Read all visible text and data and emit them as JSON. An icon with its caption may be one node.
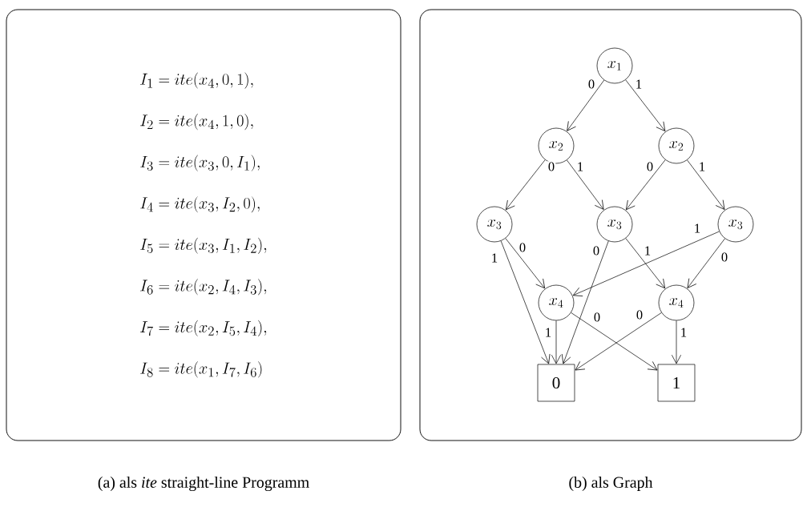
{
  "diagram": {
    "nodes": [
      {
        "text": [
          "I_1 = ite(x_4, 0, 1),",
          "I_2 = ite(x_4, 1, 0),",
          "I_3 = ite(x_3, 0, I_1),",
          "I_4 = ite(x_3, I_2, 0),",
          "I_5 = ite(x_3, I_1, I_2),",
          "I_6 = ite(x_2, I_4, I_3),",
          "I_7 = ite(x_2, I_5, I_4),",
          "I_8 = ite(x_1, I_7, I_6)"
        ],
        "beside": [
          "(a) als *ite* straight-line Programm"
        ]
      },
      {
        "text": [],
        "shape": "box",
        "beside": [
          "(b) als Graph"
        ]
      },
      {
        "text": [
          "x_1"
        ],
        "in": 1
      },
      {
        "text": [
          "x_2"
        ],
        "in": 1
      },
      {
        "text": [
          "x_2"
        ],
        "in": 1
      },
      {
        "text": [
          "x_3"
        ],
        "in": 1
      },
      {
        "text": [
          "x_3"
        ],
        "in": 1
      },
      {
        "text": [
          "x_3"
        ],
        "in": 1
      },
      {
        "text": [
          "x_4"
        ],
        "in": 1
      },
      {
        "text": [
          "x_4"
        ],
        "in": 1
      },
      {
        "text": [
          "0"
        ],
        "in": 1
      },
      {
        "text": [
          "1"
        ],
        "in": 1
      }
    ],
    "edges": [
      {
        "from": 2,
        "to": 3,
        "arrow": "to",
        "label": "0"
      },
      {
        "from": 2,
        "to": 4,
        "arrow": "to",
        "label": "1"
      },
      {
        "from": 3,
        "to": 5,
        "arrow": "to",
        "label": "0"
      },
      {
        "from": 3,
        "to": 6,
        "arrow": "to",
        "label": "1"
      },
      {
        "from": 4,
        "to": 6,
        "arrow": "to",
        "label": "0"
      },
      {
        "from": 4,
        "to": 7,
        "arrow": "to",
        "label": "1"
      },
      {
        "from": 5,
        "to": 8,
        "arrow": "to",
        "label": "0"
      },
      {
        "from": 5,
        "to": 10,
        "arrow": "to",
        "label": "1"
      },
      {
        "from": 6,
        "to": 10,
        "arrow": "to",
        "label": "0"
      },
      {
        "from": 6,
        "to": 9,
        "arrow": "to",
        "label": "1"
      },
      {
        "from": 7,
        "to": 8,
        "arrow": "to",
        "label": "1"
      },
      {
        "from": 7,
        "to": 9,
        "arrow": "to",
        "label": "0"
      },
      {
        "from": 8,
        "to": 10,
        "arrow": "to",
        "label": "1"
      },
      {
        "from": 8,
        "to": 11,
        "arrow": "to",
        "label": "0"
      },
      {
        "from": 9,
        "to": 10,
        "arrow": "to",
        "label": "0"
      },
      {
        "from": 9,
        "to": 11,
        "arrow": "to",
        "label": "1"
      }
    ]
  }
}
